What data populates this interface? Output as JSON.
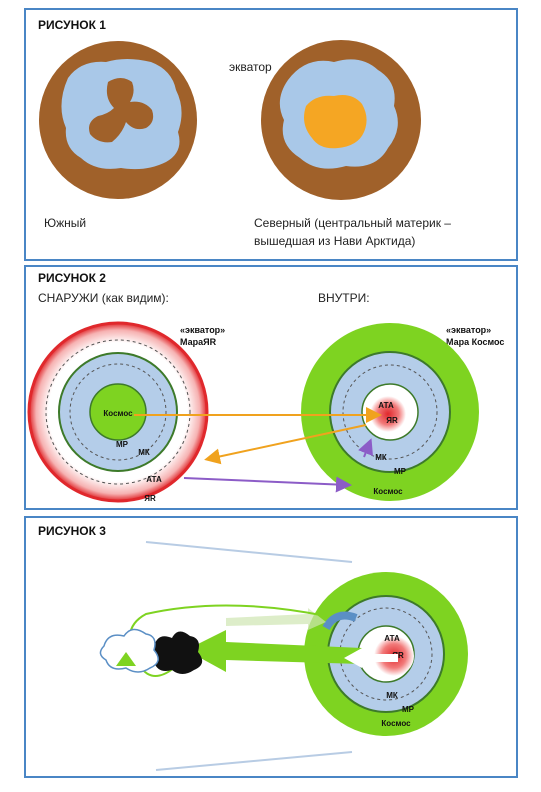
{
  "figure1": {
    "title": "РИСУНОК 1",
    "equator": "экватор",
    "south_label": "Южный",
    "north_label_line1": "Северный (центральный материк –",
    "north_label_line2": "вышедшая из Нави Арктида)"
  },
  "figure2": {
    "title": "РИСУНОК 2",
    "outside": "СНАРУЖИ (как видим):",
    "inside": "ВНУТРИ:",
    "left_equator_line1": "«экватор»",
    "left_equator_line2": "МараЯR",
    "right_equator_line1": "«экватор»",
    "right_equator_line2": "Мара Космос",
    "left_labels": {
      "cosmos": "Космос",
      "mr": "МР",
      "mk": "МК",
      "ata": "АТА",
      "yar": "ЯR"
    },
    "right_labels": {
      "ata": "АТА",
      "yar": "ЯR",
      "mk": "МК",
      "mr": "МР",
      "cosmos": "Космос"
    }
  },
  "figure3": {
    "title": "РИСУНОК 3",
    "labels": {
      "ata": "АТА",
      "yar": "ЯR",
      "mk": "МК",
      "mr": "МР",
      "cosmos": "Космос"
    }
  },
  "colors": {
    "brown": "#a0612a",
    "ocean": "#a9c8e8",
    "orange": "#f5a623",
    "green": "#7ed321",
    "light_blue": "#b4cde9",
    "red": "#e0282c",
    "purple": "#8c5cc7",
    "arrow_orange": "#f0a21e",
    "border": "#4a86c5"
  }
}
